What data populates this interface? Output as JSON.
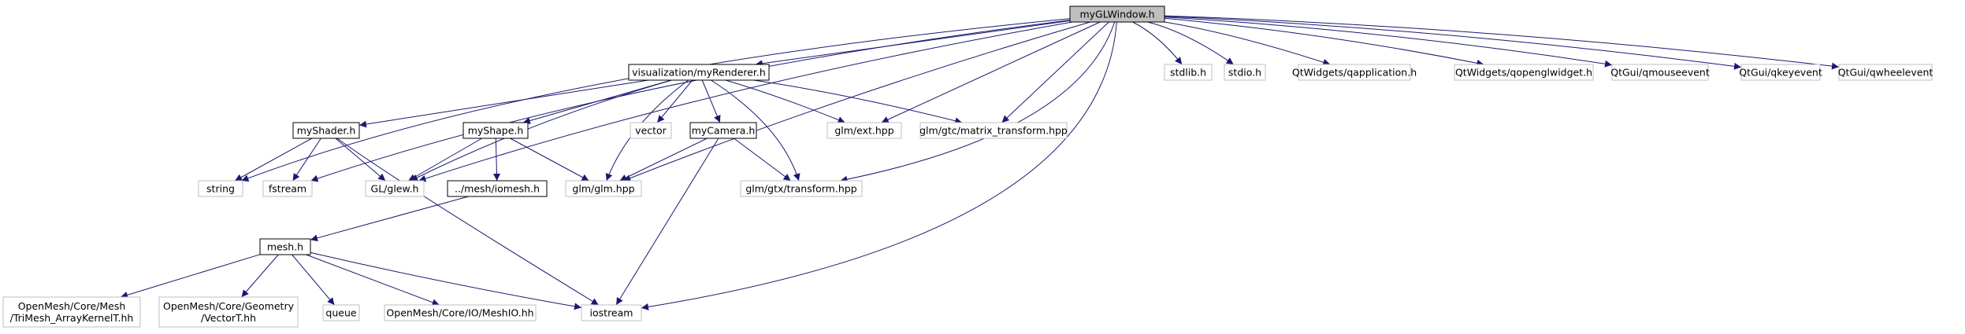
{
  "graph": {
    "type": "include-dependency-graph",
    "colors": {
      "edge": "#191970",
      "node_fill": "#ffffff",
      "node_border_internal": "#000000",
      "node_border_external": "#bfbfbf",
      "root_fill": "#bfbfbf"
    },
    "nodes": [
      {
        "id": "root",
        "kind": "root",
        "lines": [
          "myGLWindow.h"
        ]
      },
      {
        "id": "renderer",
        "kind": "internal",
        "lines": [
          "visualization/myRenderer.h"
        ]
      },
      {
        "id": "stdlib",
        "kind": "external",
        "lines": [
          "stdlib.h"
        ]
      },
      {
        "id": "stdio",
        "kind": "external",
        "lines": [
          "stdio.h"
        ]
      },
      {
        "id": "qapplication",
        "kind": "external",
        "lines": [
          "QtWidgets/qapplication.h"
        ]
      },
      {
        "id": "qopenglwidget",
        "kind": "external",
        "lines": [
          "QtWidgets/qopenglwidget.h"
        ]
      },
      {
        "id": "qmouseevent",
        "kind": "external",
        "lines": [
          "QtGui/qmouseevent"
        ]
      },
      {
        "id": "qkeyevent",
        "kind": "external",
        "lines": [
          "QtGui/qkeyevent"
        ]
      },
      {
        "id": "qwheelevent",
        "kind": "external",
        "lines": [
          "QtGui/qwheelevent"
        ]
      },
      {
        "id": "myshader",
        "kind": "internal",
        "lines": [
          "myShader.h"
        ]
      },
      {
        "id": "myshape",
        "kind": "internal",
        "lines": [
          "myShape.h"
        ]
      },
      {
        "id": "vector",
        "kind": "external",
        "lines": [
          "vector"
        ]
      },
      {
        "id": "mycamera",
        "kind": "internal",
        "lines": [
          "myCamera.h"
        ]
      },
      {
        "id": "glmext",
        "kind": "external",
        "lines": [
          "glm/ext.hpp"
        ]
      },
      {
        "id": "matrixtransform",
        "kind": "external",
        "lines": [
          "glm/gtc/matrix_transform.hpp"
        ]
      },
      {
        "id": "string",
        "kind": "external",
        "lines": [
          "string"
        ]
      },
      {
        "id": "fstream",
        "kind": "external",
        "lines": [
          "fstream"
        ]
      },
      {
        "id": "glew",
        "kind": "external",
        "lines": [
          "GL/glew.h"
        ]
      },
      {
        "id": "iomesh",
        "kind": "internal",
        "lines": [
          "../mesh/iomesh.h"
        ]
      },
      {
        "id": "glm",
        "kind": "external",
        "lines": [
          "glm/glm.hpp"
        ]
      },
      {
        "id": "gtxtransform",
        "kind": "external",
        "lines": [
          "glm/gtx/transform.hpp"
        ]
      },
      {
        "id": "mesh",
        "kind": "internal",
        "lines": [
          "mesh.h"
        ]
      },
      {
        "id": "trimesh",
        "kind": "external",
        "lines": [
          "OpenMesh/Core/Mesh",
          "/TriMesh_ArrayKernelT.hh"
        ]
      },
      {
        "id": "vectort",
        "kind": "external",
        "lines": [
          "OpenMesh/Core/Geometry",
          "/VectorT.hh"
        ]
      },
      {
        "id": "queue",
        "kind": "external",
        "lines": [
          "queue"
        ]
      },
      {
        "id": "meshio",
        "kind": "external",
        "lines": [
          "OpenMesh/Core/IO/MeshIO.hh"
        ]
      },
      {
        "id": "iostream",
        "kind": "external",
        "lines": [
          "iostream"
        ]
      }
    ],
    "edges": [
      [
        "root",
        "renderer"
      ],
      [
        "root",
        "stdlib"
      ],
      [
        "root",
        "stdio"
      ],
      [
        "root",
        "qapplication"
      ],
      [
        "root",
        "qopenglwidget"
      ],
      [
        "root",
        "qmouseevent"
      ],
      [
        "root",
        "qkeyevent"
      ],
      [
        "root",
        "qwheelevent"
      ],
      [
        "root",
        "string"
      ],
      [
        "root",
        "fstream"
      ],
      [
        "root",
        "glew"
      ],
      [
        "root",
        "glm"
      ],
      [
        "root",
        "glmext"
      ],
      [
        "root",
        "matrixtransform"
      ],
      [
        "root",
        "gtxtransform"
      ],
      [
        "root",
        "iostream"
      ],
      [
        "renderer",
        "myshader"
      ],
      [
        "renderer",
        "myshape"
      ],
      [
        "renderer",
        "vector"
      ],
      [
        "renderer",
        "mycamera"
      ],
      [
        "renderer",
        "glmext"
      ],
      [
        "renderer",
        "matrixtransform"
      ],
      [
        "renderer",
        "glew"
      ],
      [
        "renderer",
        "glm"
      ],
      [
        "renderer",
        "gtxtransform"
      ],
      [
        "myshader",
        "string"
      ],
      [
        "myshader",
        "fstream"
      ],
      [
        "myshader",
        "glew"
      ],
      [
        "myshader",
        "iostream"
      ],
      [
        "myshape",
        "glew"
      ],
      [
        "myshape",
        "iomesh"
      ],
      [
        "myshape",
        "glm"
      ],
      [
        "mycamera",
        "glm"
      ],
      [
        "mycamera",
        "gtxtransform"
      ],
      [
        "mycamera",
        "iostream"
      ],
      [
        "iomesh",
        "mesh"
      ],
      [
        "mesh",
        "trimesh"
      ],
      [
        "mesh",
        "vectort"
      ],
      [
        "mesh",
        "queue"
      ],
      [
        "mesh",
        "meshio"
      ],
      [
        "mesh",
        "iostream"
      ]
    ]
  }
}
